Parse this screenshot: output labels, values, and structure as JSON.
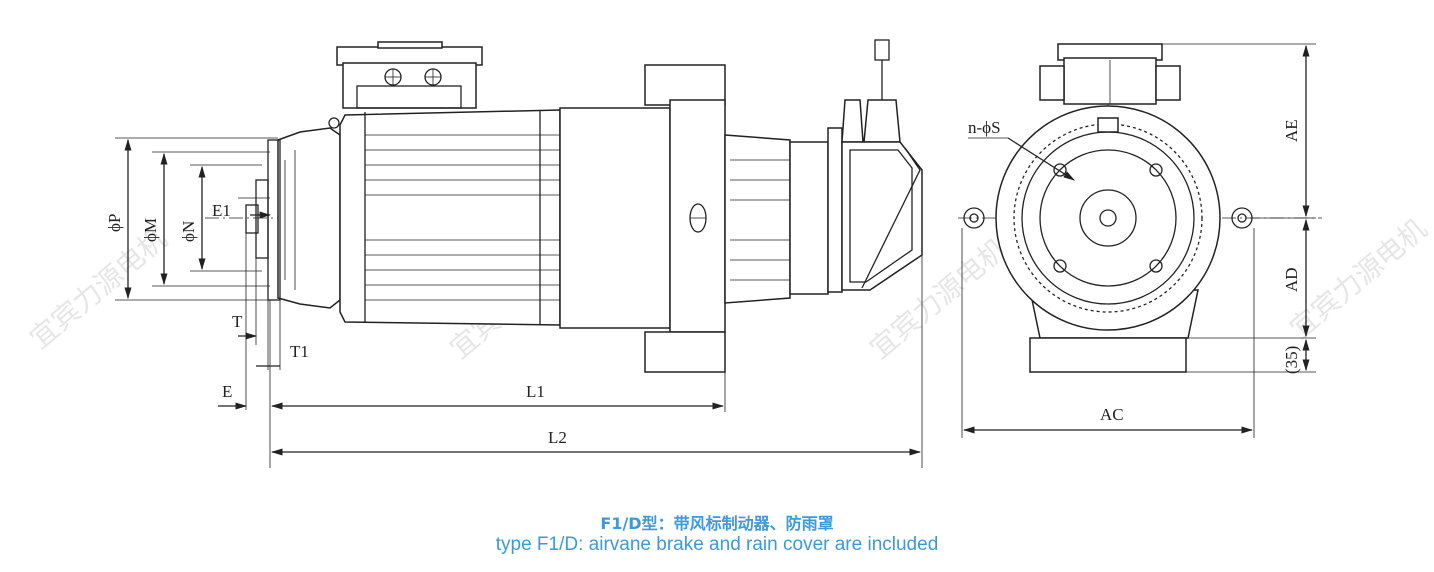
{
  "watermark": "宜宾力源电机",
  "caption": {
    "cn": "F1/D型：带风标制动器、防雨罩",
    "en": "type F1/D:   airvane brake and rain cover are included"
  },
  "dims": {
    "P": "ϕP",
    "M": "ϕM",
    "N": "ϕN",
    "E1": "E1",
    "T": "T",
    "T1": "T1",
    "E": "E",
    "L1": "L1",
    "L2": "L2",
    "nS": "n-ϕS",
    "AE": "AE",
    "AD": "AD",
    "c35": "(35)",
    "AC": "AC"
  },
  "colors": {
    "caption": "#3b9ad8",
    "line": "#222222",
    "watermark": "#e6e6e6"
  }
}
